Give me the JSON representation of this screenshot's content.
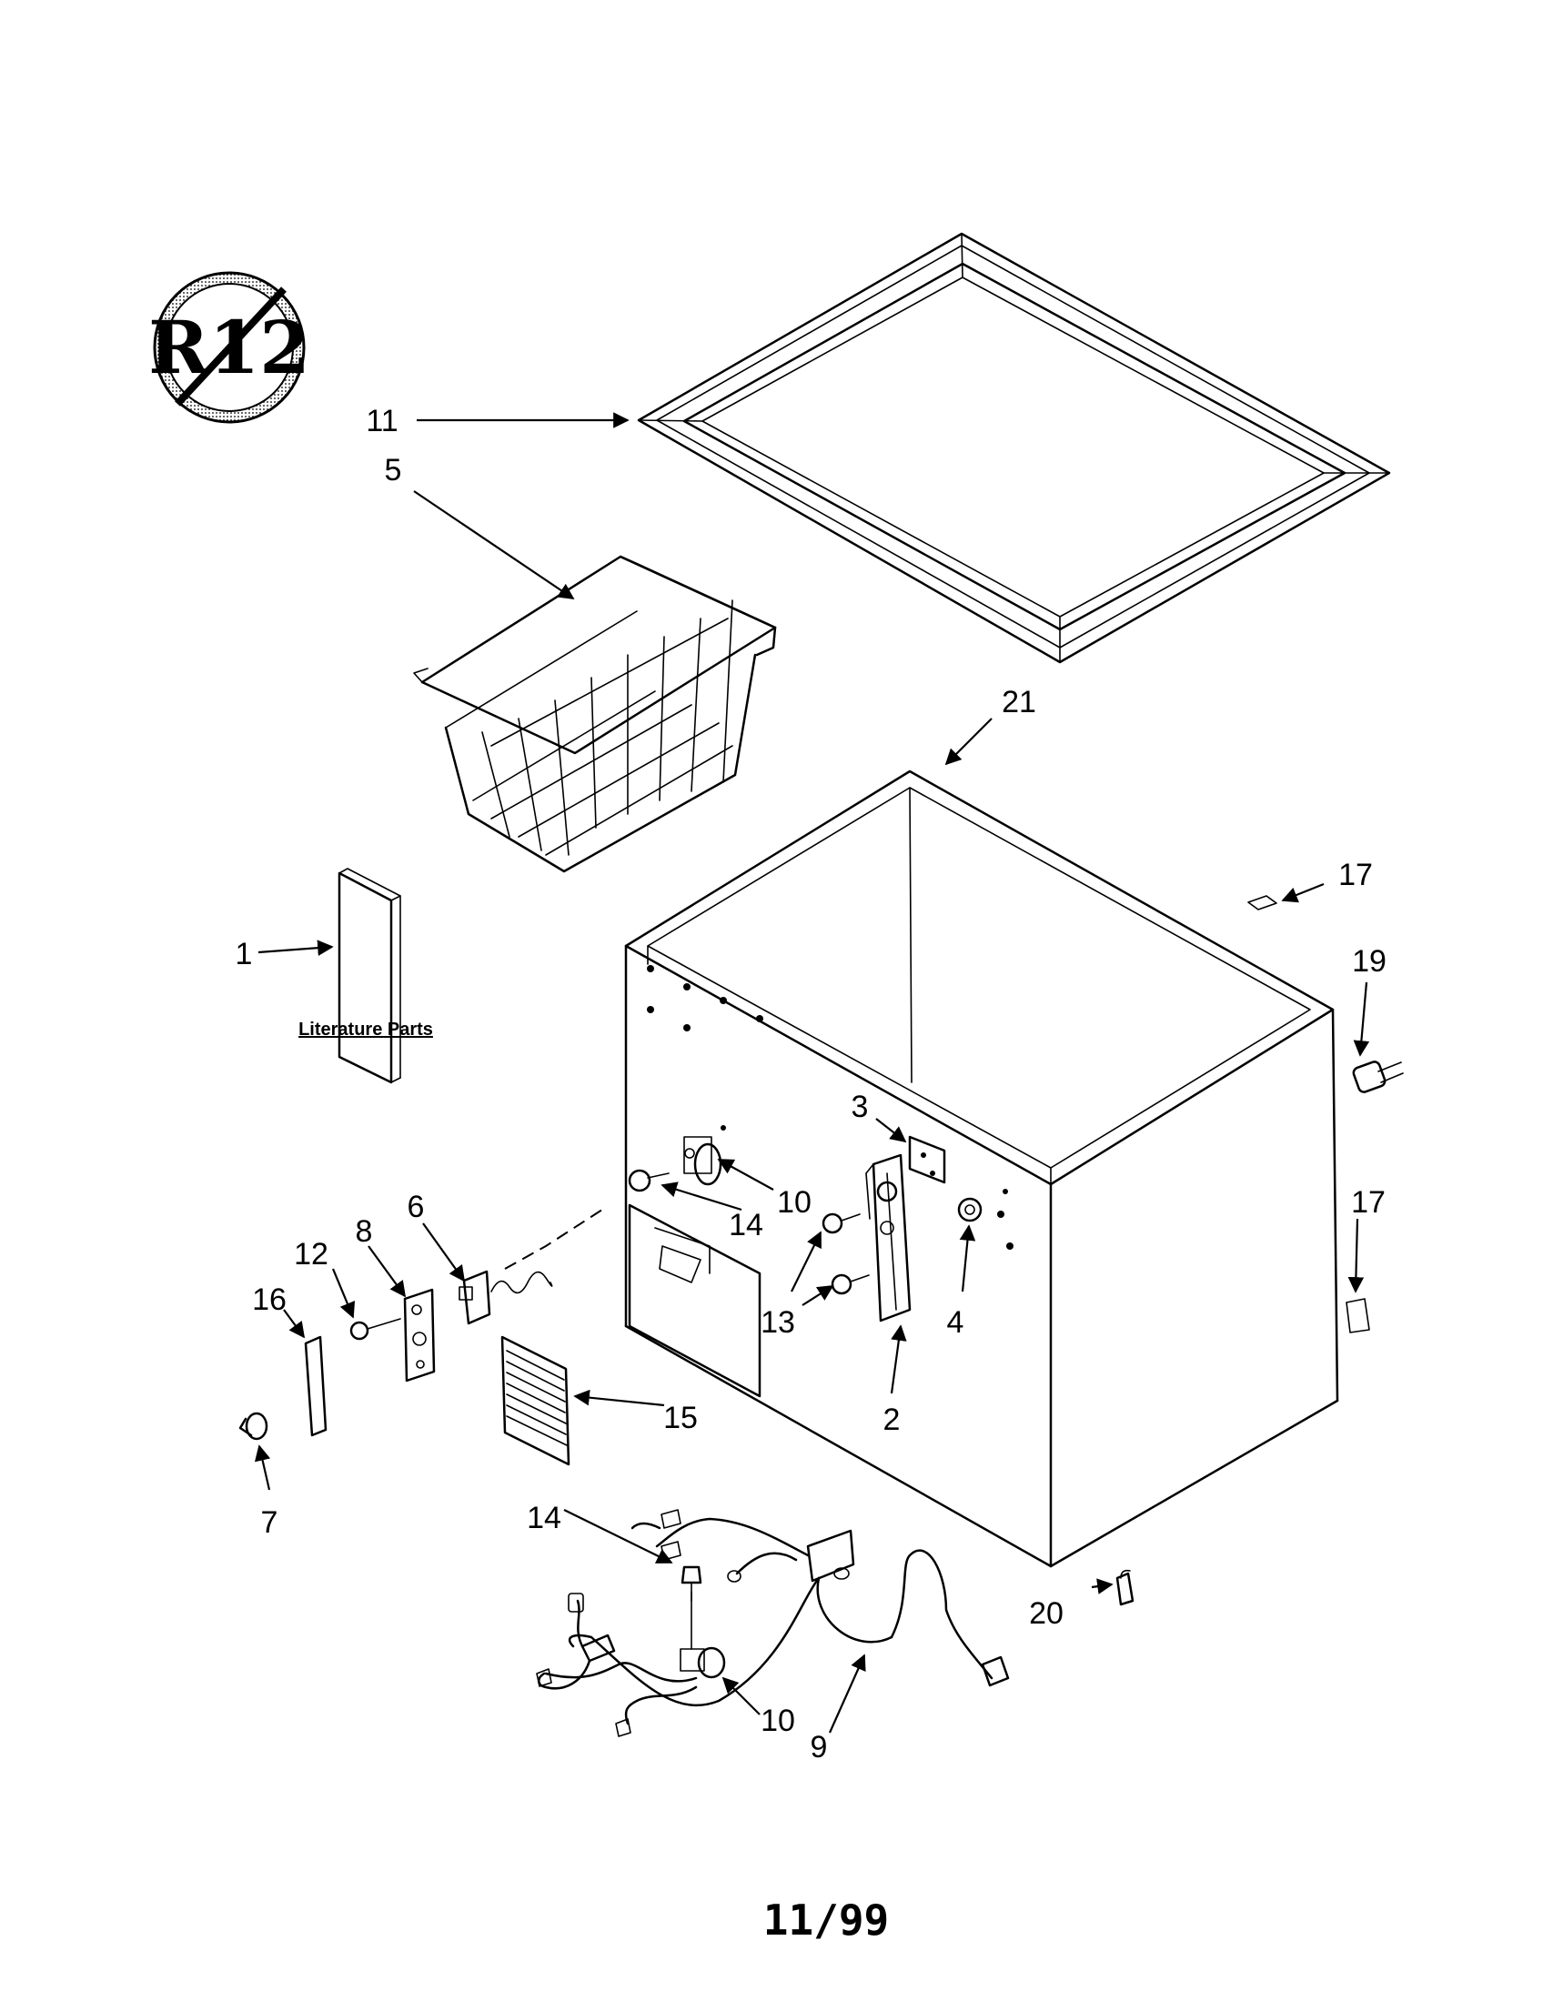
{
  "logo": {
    "text": "R12",
    "meaning": "no-R12 refrigerant symbol"
  },
  "callouts": {
    "c11": "11",
    "c5": "5",
    "c21": "21",
    "c17a": "17",
    "c19": "19",
    "c17b": "17",
    "c1": "1",
    "c3": "3",
    "c10a": "10",
    "c14a": "14",
    "c6": "6",
    "c12": "12",
    "c8": "8",
    "c16": "16",
    "c13": "13",
    "c4": "4",
    "c15": "15",
    "c2": "2",
    "c7": "7",
    "c14b": "14",
    "c20": "20",
    "c10b": "10",
    "c9": "9"
  },
  "literature_label": "Literature Parts",
  "footer_code": "11/99"
}
